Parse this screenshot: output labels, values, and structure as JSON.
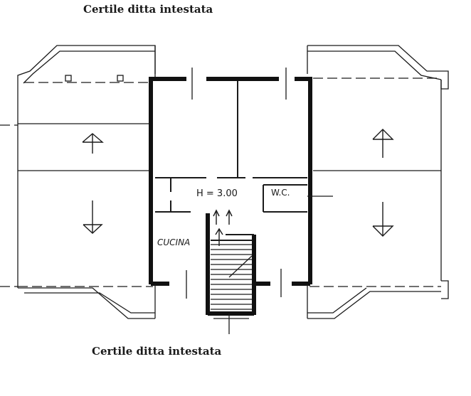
{
  "captions": {
    "top": "Certile ditta intestata",
    "bottom": "Certile ditta intestata"
  },
  "labels": {
    "height": "H = 3.00",
    "wc": "W.C.",
    "kitchen": "CUCINA"
  }
}
